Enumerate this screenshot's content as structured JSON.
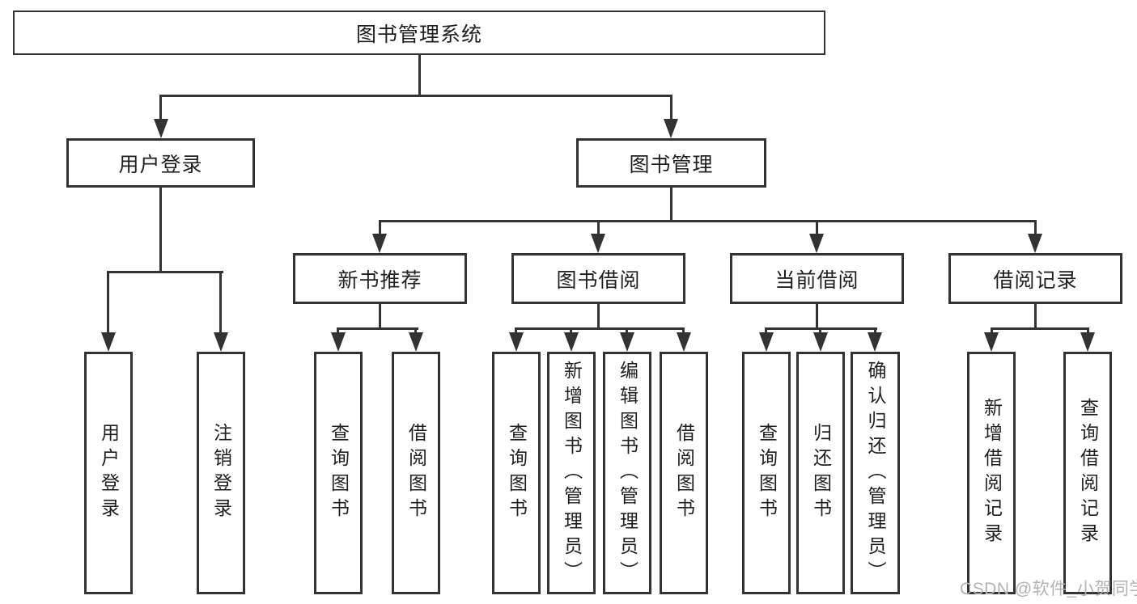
{
  "diagram_title": "图书管理系统",
  "colors": {
    "line": "#333333",
    "text": "#1f1f1f",
    "background": "#ffffff",
    "watermark": "#b3b3b3"
  },
  "nodes": {
    "root": "图书管理系统",
    "user_login": "用户登录",
    "book_mgmt": "图书管理",
    "new_book_rec": "新书推荐",
    "book_borrow": "图书借阅",
    "current_borrow": "当前借阅",
    "borrow_records": "借阅记录",
    "leaf_user_login": "用户登录",
    "leaf_logout": "注销登录",
    "leaf_query_books_rec": "查询图书",
    "leaf_borrow_books_rec": "借阅图书",
    "leaf_query_books_borrow": "查询图书",
    "leaf_add_books_admin": "新增图书（管理员）",
    "leaf_edit_books_admin": "编辑图书（管理员）",
    "leaf_borrow_books_borrow": "借阅图书",
    "leaf_query_books_current": "查询图书",
    "leaf_return_books": "归还图书",
    "leaf_confirm_return_admin": "确认归还（管理员）",
    "leaf_add_borrow_record": "新增借阅记录",
    "leaf_query_borrow_record": "查询借阅记录"
  },
  "edges": [
    [
      "root",
      "user_login"
    ],
    [
      "root",
      "book_mgmt"
    ],
    [
      "user_login",
      "leaf_user_login"
    ],
    [
      "user_login",
      "leaf_logout"
    ],
    [
      "book_mgmt",
      "new_book_rec"
    ],
    [
      "book_mgmt",
      "book_borrow"
    ],
    [
      "book_mgmt",
      "current_borrow"
    ],
    [
      "book_mgmt",
      "borrow_records"
    ],
    [
      "new_book_rec",
      "leaf_query_books_rec"
    ],
    [
      "new_book_rec",
      "leaf_borrow_books_rec"
    ],
    [
      "book_borrow",
      "leaf_query_books_borrow"
    ],
    [
      "book_borrow",
      "leaf_add_books_admin"
    ],
    [
      "book_borrow",
      "leaf_edit_books_admin"
    ],
    [
      "book_borrow",
      "leaf_borrow_books_borrow"
    ],
    [
      "current_borrow",
      "leaf_query_books_current"
    ],
    [
      "current_borrow",
      "leaf_return_books"
    ],
    [
      "current_borrow",
      "leaf_confirm_return_admin"
    ],
    [
      "borrow_records",
      "leaf_add_borrow_record"
    ],
    [
      "borrow_records",
      "leaf_query_borrow_record"
    ]
  ],
  "watermark": {
    "text": "CSDN @软件_小贺同学"
  }
}
